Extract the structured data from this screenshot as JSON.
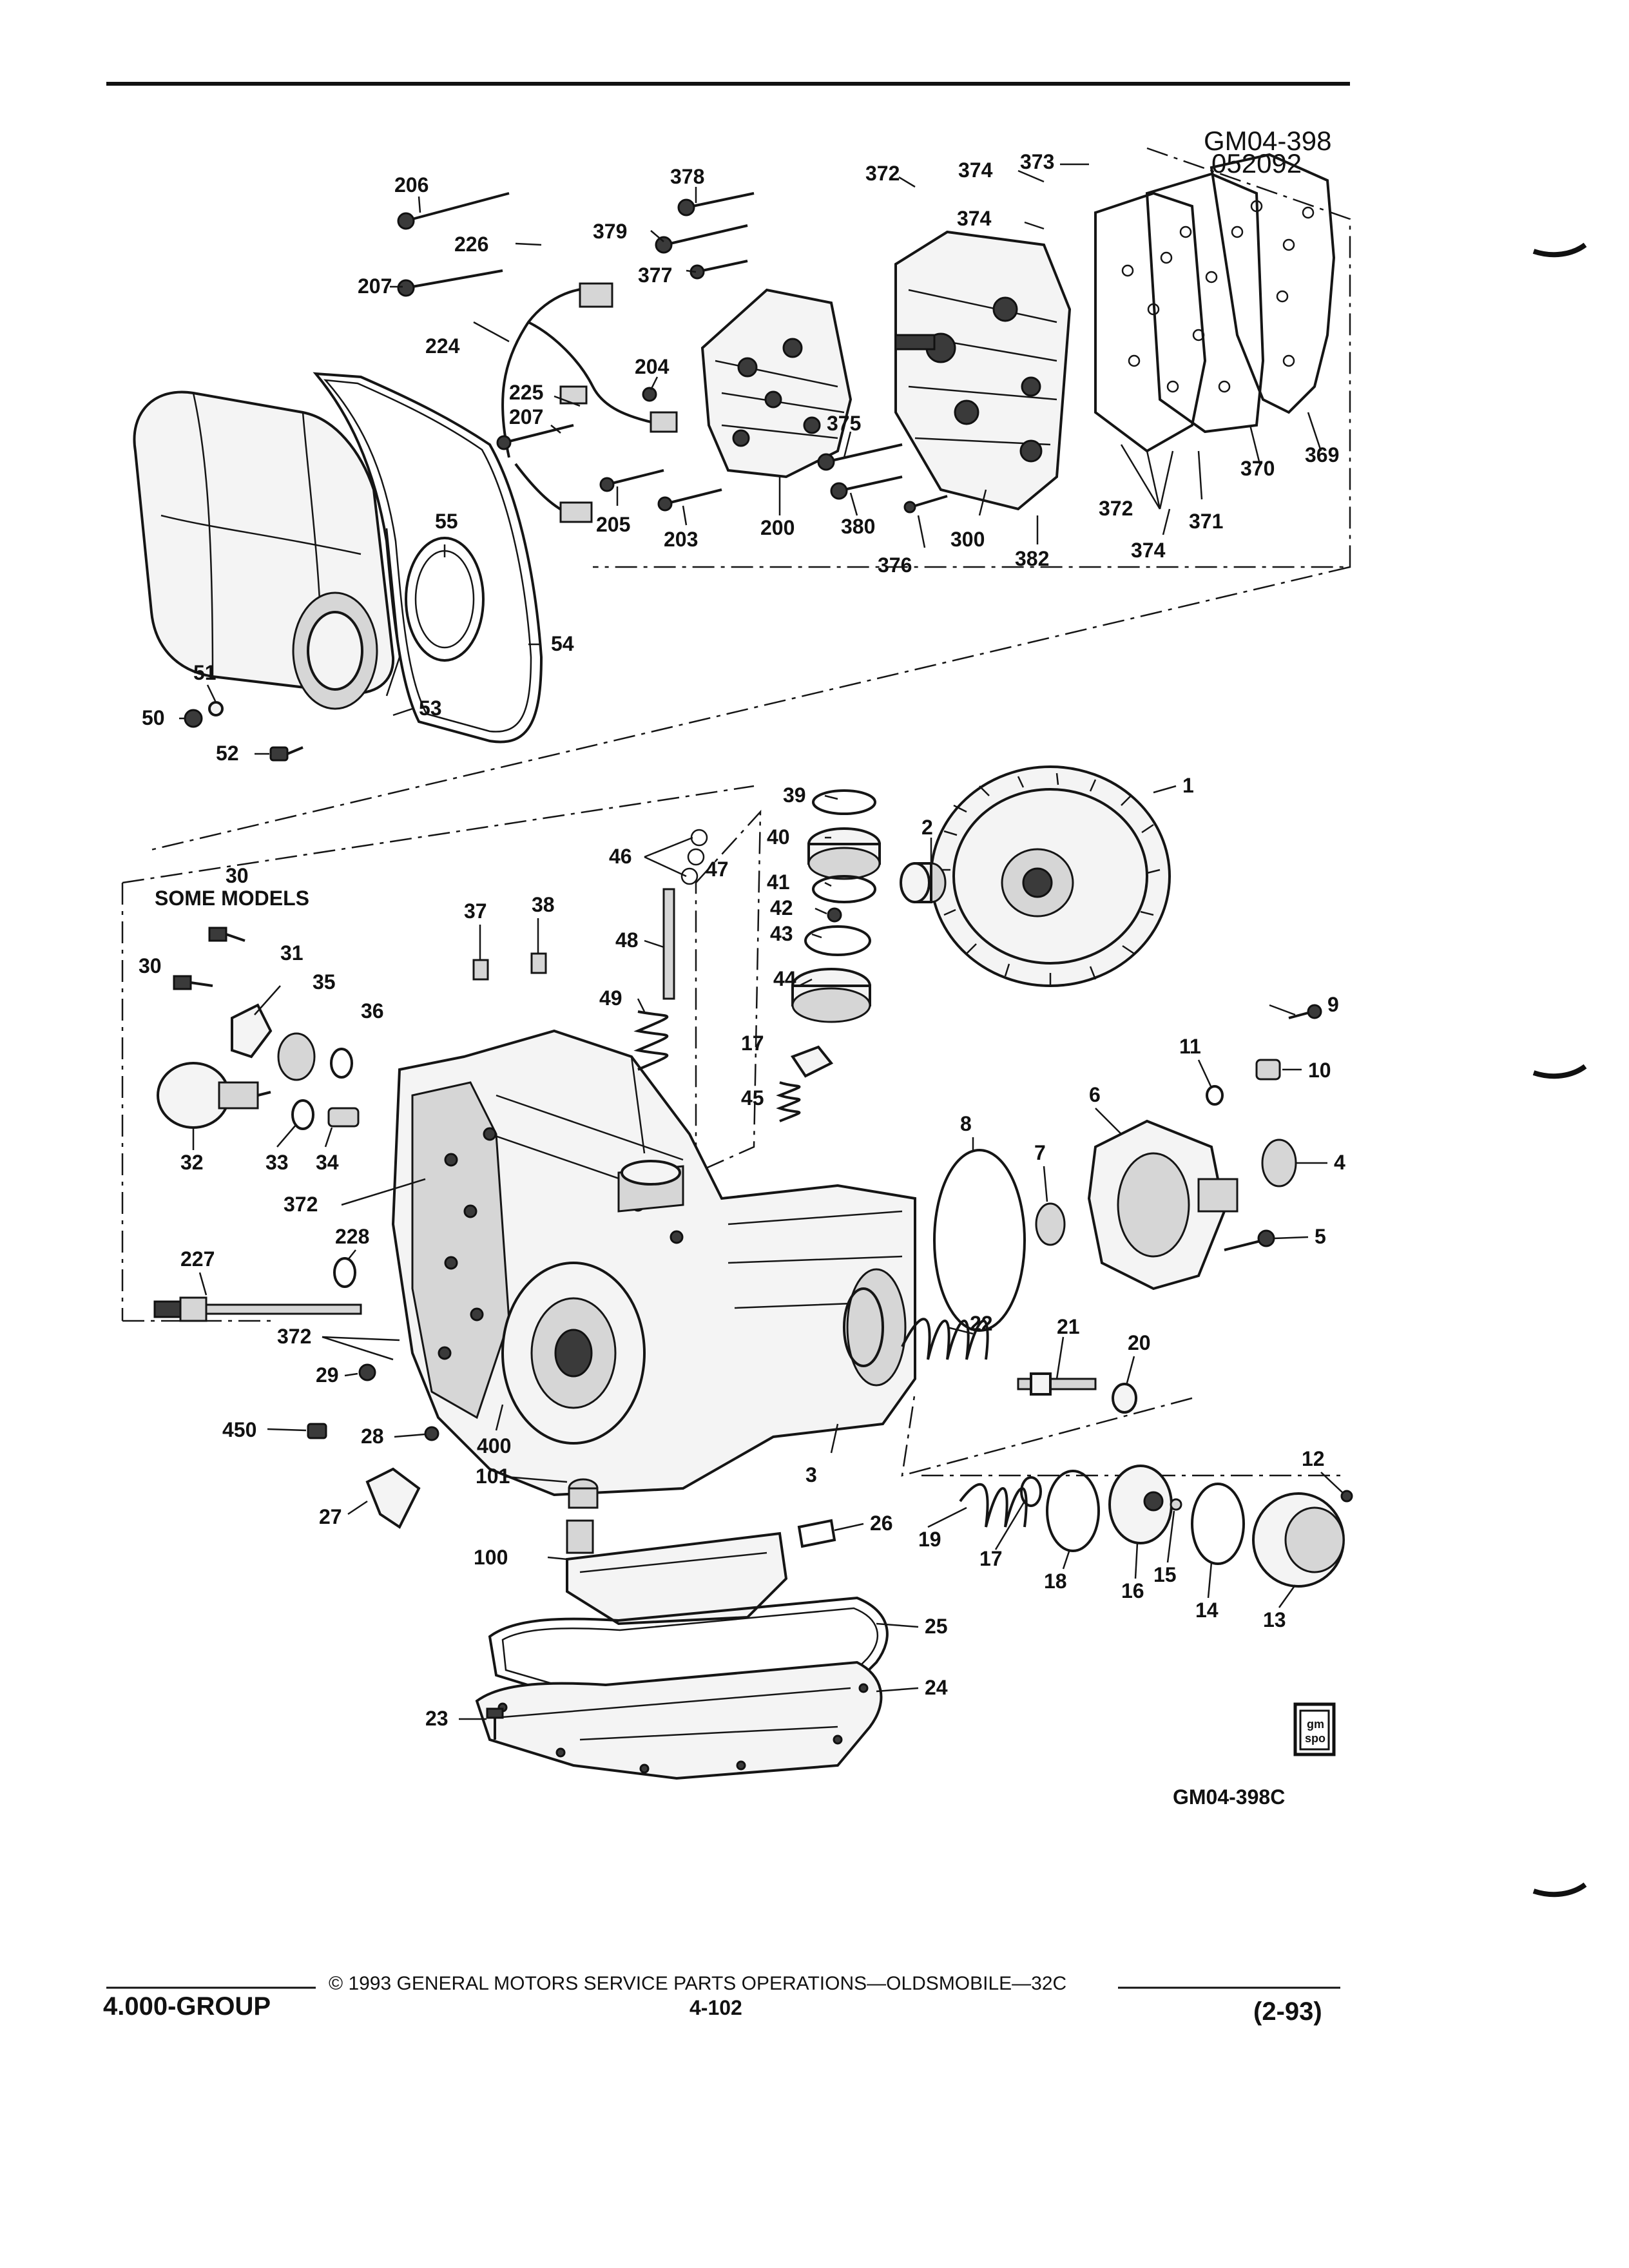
{
  "header": {
    "figure_code_top": "GM04-398",
    "figure_date_code": "052092",
    "figure_code_bottom": "GM04-398C",
    "logo_text_top": "gm",
    "logo_text_bottom": "spo"
  },
  "annotations": {
    "some_models": "SOME MODELS"
  },
  "callouts": [
    "206",
    "378",
    "372",
    "374",
    "373",
    "226",
    "379",
    "374",
    "207",
    "377",
    "224",
    "204",
    "225",
    "207",
    "375",
    "369",
    "370",
    "372",
    "371",
    "374",
    "205",
    "203",
    "200",
    "380",
    "300",
    "382",
    "376",
    "55",
    "54",
    "51",
    "50",
    "53",
    "52",
    "39",
    "1",
    "40",
    "2",
    "46",
    "47",
    "41",
    "30",
    "42",
    "37",
    "38",
    "43",
    "48",
    "31",
    "30",
    "44",
    "35",
    "36",
    "49",
    "9",
    "17",
    "11",
    "10",
    "32",
    "33",
    "34",
    "45",
    "6",
    "4",
    "8",
    "7",
    "372",
    "228",
    "5",
    "227",
    "22",
    "21",
    "20",
    "372",
    "29",
    "450",
    "28",
    "400",
    "101",
    "3",
    "12",
    "27",
    "19",
    "17",
    "18",
    "16",
    "15",
    "14",
    "13",
    "100",
    "26",
    "25",
    "24",
    "23"
  ],
  "footer": {
    "group": "4.000-GROUP",
    "copyright": "© 1993 GENERAL MOTORS SERVICE PARTS OPERATIONS—OLDSMOBILE—32C",
    "page_number": "4-102",
    "edition": "(2-93)"
  }
}
